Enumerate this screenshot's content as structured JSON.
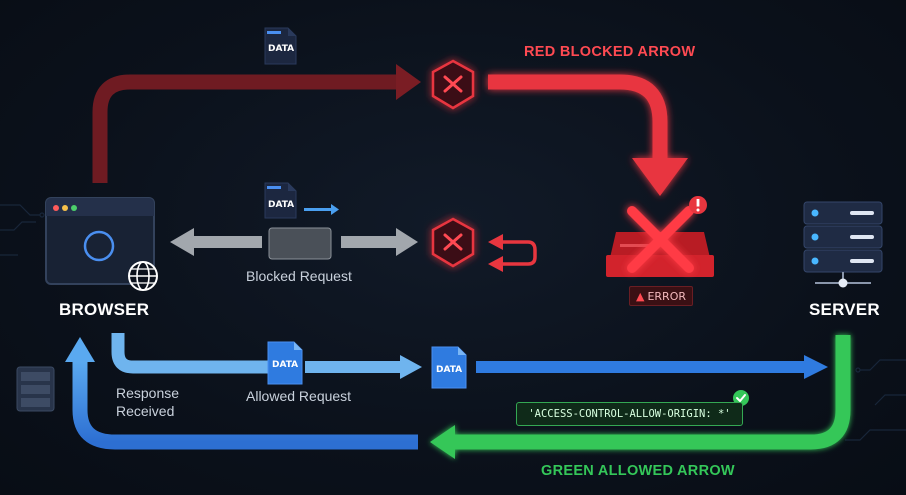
{
  "labels": {
    "red_arrow_title": "RED BLOCKED ARROW",
    "green_arrow_title": "GREEN ALLOWED ARROW",
    "browser": "BROWSER",
    "server": "SERVER",
    "blocked_request": "Blocked Request",
    "allowed_request": "Allowed Request",
    "response_line1": "Response",
    "response_line2": "Received",
    "error_badge": "ERROR",
    "header": "'ACCESS-CONTROL-ALLOW-ORIGIN: *'",
    "doc_label": "DATA"
  },
  "colors": {
    "red": "#e8363f",
    "dark_red": "#7a1d24",
    "green": "#34c759",
    "blue": "#2f7be0",
    "light_blue": "#6fb4ee",
    "gray_arrow": "#a2a7ad",
    "navy": "#1c2740"
  },
  "icons": {
    "browser": "browser-window-icon",
    "globe": "globe-icon",
    "server": "server-rack-icon",
    "block": "x-hexagon-icon",
    "error": "error-x-icon",
    "document": "data-document-icon",
    "check": "check-badge-icon",
    "return": "return-arrow-icon"
  }
}
